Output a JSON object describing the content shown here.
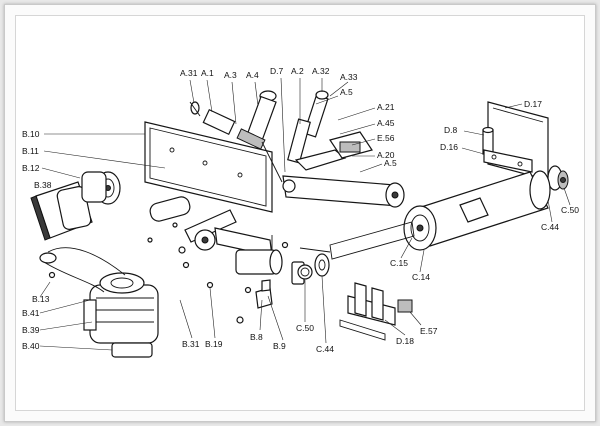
{
  "labels": {
    "a31": "A.31",
    "a1": "A.1",
    "a3": "A.3",
    "a4": "A.4",
    "d7": "D.7",
    "a2": "A.2",
    "a32": "A.32",
    "a33": "A.33",
    "a5_top": "A.5",
    "a21": "A.21",
    "a45": "A.45",
    "e56": "E.56",
    "a20": "A.20",
    "a5_mid": "A.5",
    "d17": "D.17",
    "d8": "D.8",
    "d16": "D.16",
    "b10": "B.10",
    "b11": "B.11",
    "b12": "B.12",
    "b38": "B.38",
    "c50_right": "C.50",
    "c44_right": "C.44",
    "c15": "C.15",
    "c14": "C.14",
    "b13": "B.13",
    "b41": "B.41",
    "b39": "B.39",
    "b40": "B.40",
    "b31": "B.31",
    "b19": "B.19",
    "b8": "B.8",
    "b9": "B.9",
    "c50_mid": "C.50",
    "c44_mid": "C.44",
    "d18": "D.18",
    "e57": "E.57"
  }
}
